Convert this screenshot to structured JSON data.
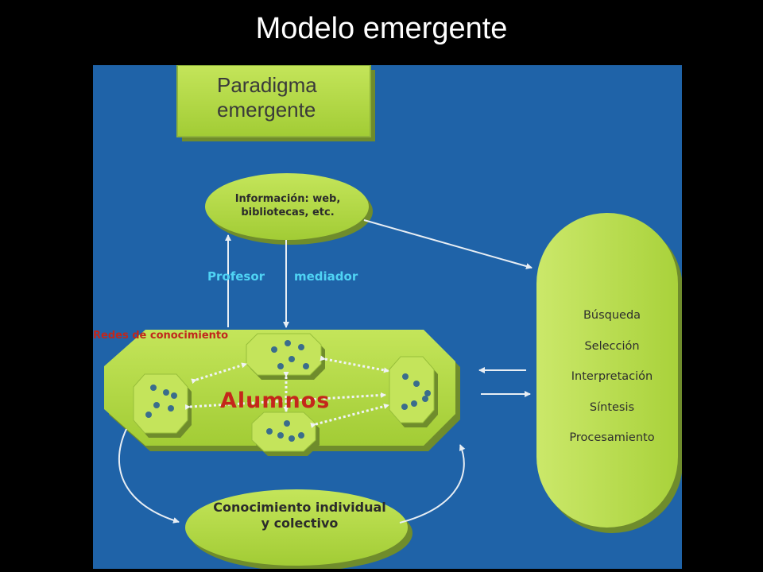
{
  "slide": {
    "title": "Modelo emergente"
  },
  "diagram": {
    "paradigma": "Paradigma emergente",
    "informacion": "Información: web, bibliotecas, etc.",
    "profesor": "Profesor",
    "mediador": "mediador",
    "redes": "Redes de conocimiento",
    "alumnos": "Alumnos",
    "conocimiento": "Conocimiento individual y colectivo",
    "proceso": [
      "Búsqueda",
      "Selección",
      "Interpretación",
      "Síntesis",
      "Procesamiento"
    ]
  },
  "colors": {
    "background": "#000000",
    "panel": "#1f63a8",
    "shape_green": "#b4dc40",
    "accent_red": "#c4271b",
    "accent_cyan": "#4fd3f4"
  }
}
